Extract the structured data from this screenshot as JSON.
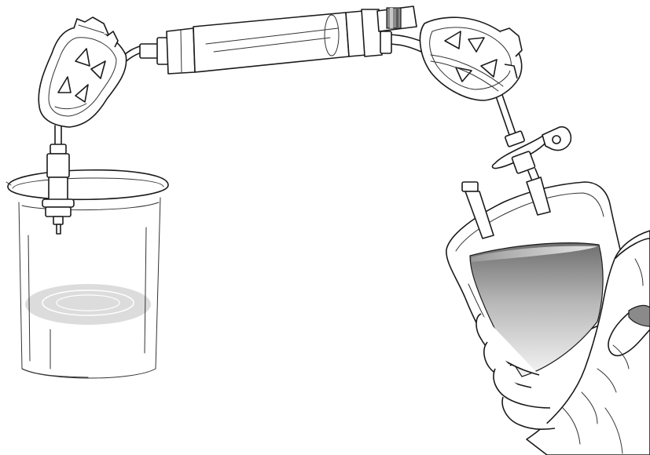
{
  "figure": {
    "description_text": "",
    "colors": {
      "outline": "#1a1a1a",
      "liquid_fill": "#d9d9d9",
      "bag_gradient_dark": "#6e6e6e",
      "bag_gradient_light": "#f4f4f4",
      "background": "#ffffff"
    },
    "components": [
      {
        "id": "beaker",
        "icon": "beaker-icon"
      },
      {
        "id": "left-clamp",
        "icon": "tube-clamp-icon"
      },
      {
        "id": "inline-filter",
        "icon": "cylinder-filter-icon"
      },
      {
        "id": "right-clamp",
        "icon": "tube-clamp-icon"
      },
      {
        "id": "luer-connector",
        "icon": "luer-connector-icon"
      },
      {
        "id": "collection-bag",
        "icon": "blood-bag-icon"
      },
      {
        "id": "gloved-hand",
        "icon": "gloved-hand-icon"
      }
    ]
  }
}
